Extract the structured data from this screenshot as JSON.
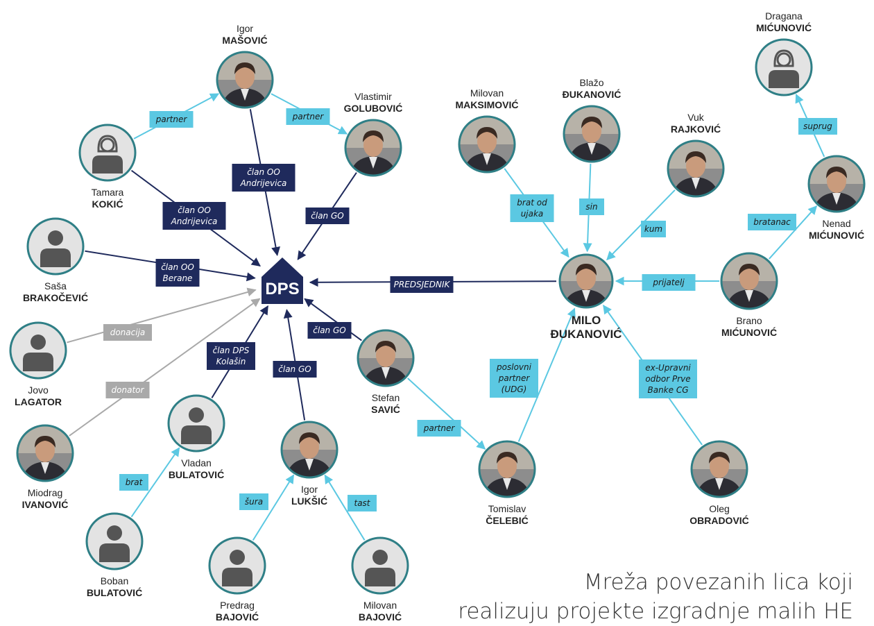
{
  "colors": {
    "navy": "#1f2a5c",
    "light_blue": "#5bc8e2",
    "gray": "#a9a9a9",
    "ring": "#2f7f86",
    "placeholder_fill": "#e3e3e3",
    "placeholder_figure": "#555555"
  },
  "hub": {
    "label": "DPS"
  },
  "people": [
    {
      "id": "masovic",
      "first": "Igor",
      "last": "MAŠOVIĆ",
      "photo": true,
      "icon": "photo-icon"
    },
    {
      "id": "golubovic",
      "first": "Vlastimir",
      "last": "GOLUBOVIĆ",
      "photo": true,
      "icon": "photo-icon"
    },
    {
      "id": "kokic",
      "first": "Tamara",
      "last": "KOKIĆ",
      "photo": false,
      "icon": "female-person-icon"
    },
    {
      "id": "brakocevic",
      "first": "Saša",
      "last": "BRAKOČEVIĆ",
      "photo": false,
      "icon": "person-icon"
    },
    {
      "id": "lagator",
      "first": "Jovo",
      "last": "LAGATOR",
      "photo": false,
      "icon": "person-icon"
    },
    {
      "id": "ivanovic",
      "first": "Miodrag",
      "last": "IVANOVIĆ",
      "photo": true,
      "icon": "photo-icon"
    },
    {
      "id": "vbulatovic",
      "first": "Vladan",
      "last": "BULATOVIĆ",
      "photo": false,
      "icon": "person-icon"
    },
    {
      "id": "bbulatovic",
      "first": "Boban",
      "last": "BULATOVIĆ",
      "photo": false,
      "icon": "person-icon"
    },
    {
      "id": "luksic",
      "first": "Igor",
      "last": "LUKŠIĆ",
      "photo": true,
      "icon": "photo-icon"
    },
    {
      "id": "pbajovic",
      "first": "Predrag",
      "last": "BAJOVIĆ",
      "photo": false,
      "icon": "person-icon"
    },
    {
      "id": "mbajovic",
      "first": "Milovan",
      "last": "BAJOVIĆ",
      "photo": false,
      "icon": "person-icon"
    },
    {
      "id": "savic",
      "first": "Stefan",
      "last": "SAVIĆ",
      "photo": true,
      "icon": "photo-icon"
    },
    {
      "id": "celebic",
      "first": "Tomislav",
      "last": "ČELEBIĆ",
      "photo": true,
      "icon": "photo-icon"
    },
    {
      "id": "obradovic",
      "first": "Oleg",
      "last": "OBRADOVIĆ",
      "photo": true,
      "icon": "photo-icon"
    },
    {
      "id": "maksimovic",
      "first": "Milovan",
      "last": "MAKSIMOVIĆ",
      "photo": true,
      "icon": "photo-icon"
    },
    {
      "id": "bdjukanovic",
      "first": "Blažo",
      "last": "ĐUKANOVIĆ",
      "photo": true,
      "icon": "photo-icon"
    },
    {
      "id": "rajkovic",
      "first": "Vuk",
      "last": "RAJKOVIĆ",
      "photo": true,
      "icon": "photo-icon"
    },
    {
      "id": "mdjukanovic",
      "first": "MILO",
      "last": "ĐUKANOVIĆ",
      "photo": true,
      "icon": "photo-icon"
    },
    {
      "id": "bmicunovic",
      "first": "Brano",
      "last": "MIĆUNOVIĆ",
      "photo": true,
      "icon": "photo-icon"
    },
    {
      "id": "nmicunovic",
      "first": "Nenad",
      "last": "MIĆUNOVIĆ",
      "photo": true,
      "icon": "photo-icon"
    },
    {
      "id": "dmicunovic",
      "first": "Dragana",
      "last": "MIĆUNOVIĆ",
      "photo": false,
      "icon": "female-person-icon"
    }
  ],
  "edges": [
    {
      "from": "masovic",
      "to": "hub",
      "style": "navy",
      "label": [
        "član OO",
        "Andrijevica"
      ]
    },
    {
      "from": "golubovic",
      "to": "hub",
      "style": "navy",
      "label": [
        "član GO"
      ]
    },
    {
      "from": "kokic",
      "to": "hub",
      "style": "navy",
      "label": [
        "član OO",
        "Andrijevica"
      ]
    },
    {
      "from": "brakocevic",
      "to": "hub",
      "style": "navy",
      "label": [
        "član OO",
        "Berane"
      ]
    },
    {
      "from": "lagator",
      "to": "hub",
      "style": "gray",
      "label": [
        "donacija"
      ]
    },
    {
      "from": "ivanovic",
      "to": "hub",
      "style": "gray",
      "label": [
        "donator"
      ]
    },
    {
      "from": "vbulatovic",
      "to": "hub",
      "style": "navy",
      "label": [
        "član DPS",
        "Kolašin"
      ]
    },
    {
      "from": "luksic",
      "to": "hub",
      "style": "navy",
      "label": [
        "član GO"
      ]
    },
    {
      "from": "savic",
      "to": "hub",
      "style": "navy",
      "label": [
        "član GO"
      ]
    },
    {
      "from": "mdjukanovic",
      "to": "hub",
      "style": "navy",
      "label": [
        "PREDSJEDNIK"
      ]
    },
    {
      "from": "kokic",
      "to": "masovic",
      "style": "light",
      "label": [
        "partner"
      ]
    },
    {
      "from": "masovic",
      "to": "golubovic",
      "style": "light",
      "label": [
        "partner"
      ]
    },
    {
      "from": "bbulatovic",
      "to": "vbulatovic",
      "style": "light",
      "label": [
        "brat"
      ]
    },
    {
      "from": "pbajovic",
      "to": "luksic",
      "style": "light",
      "label": [
        "šura"
      ]
    },
    {
      "from": "mbajovic",
      "to": "luksic",
      "style": "light",
      "label": [
        "tast"
      ]
    },
    {
      "from": "savic",
      "to": "celebic",
      "style": "light",
      "label": [
        "partner"
      ]
    },
    {
      "from": "maksimovic",
      "to": "mdjukanovic",
      "style": "light",
      "label": [
        "brat od",
        "ujaka"
      ]
    },
    {
      "from": "bdjukanovic",
      "to": "mdjukanovic",
      "style": "light",
      "label": [
        "sin"
      ]
    },
    {
      "from": "rajkovic",
      "to": "mdjukanovic",
      "style": "light",
      "label": [
        "kum"
      ]
    },
    {
      "from": "bmicunovic",
      "to": "mdjukanovic",
      "style": "light",
      "label": [
        "prijatelj"
      ]
    },
    {
      "from": "celebic",
      "to": "mdjukanovic",
      "style": "light",
      "label": [
        "poslovni",
        "partner",
        "(UDG)"
      ]
    },
    {
      "from": "obradovic",
      "to": "mdjukanovic",
      "style": "light",
      "label": [
        "ex-Upravni",
        "odbor Prve",
        "Banke CG"
      ]
    },
    {
      "from": "bmicunovic",
      "to": "nmicunovic",
      "style": "light",
      "label": [
        "bratanac"
      ]
    },
    {
      "from": "nmicunovic",
      "to": "dmicunovic",
      "style": "light",
      "label": [
        "suprug"
      ]
    }
  ],
  "caption": {
    "line1": "Mreža povezanih lica koji",
    "line2": "realizuju projekte izgradnje malih HE"
  }
}
